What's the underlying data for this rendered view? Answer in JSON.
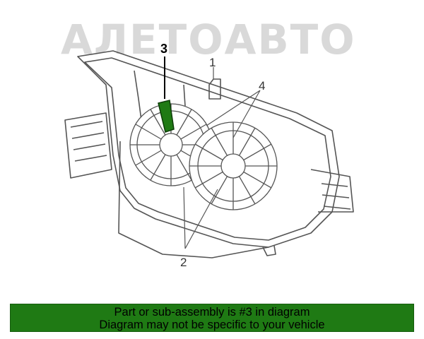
{
  "watermark": {
    "text": "АЛЕТОАВТО"
  },
  "callouts": {
    "one": "1",
    "two": "2",
    "three": "3",
    "four": "4"
  },
  "banner": {
    "line1": "Part or sub-assembly is #3 in diagram",
    "line2": "Diagram may not be specific to your vehicle"
  },
  "colors": {
    "highlight": "#1f7a14",
    "banner_bg": "#1f7a14",
    "line": "#555555",
    "watermark": "#d9d9d9"
  }
}
